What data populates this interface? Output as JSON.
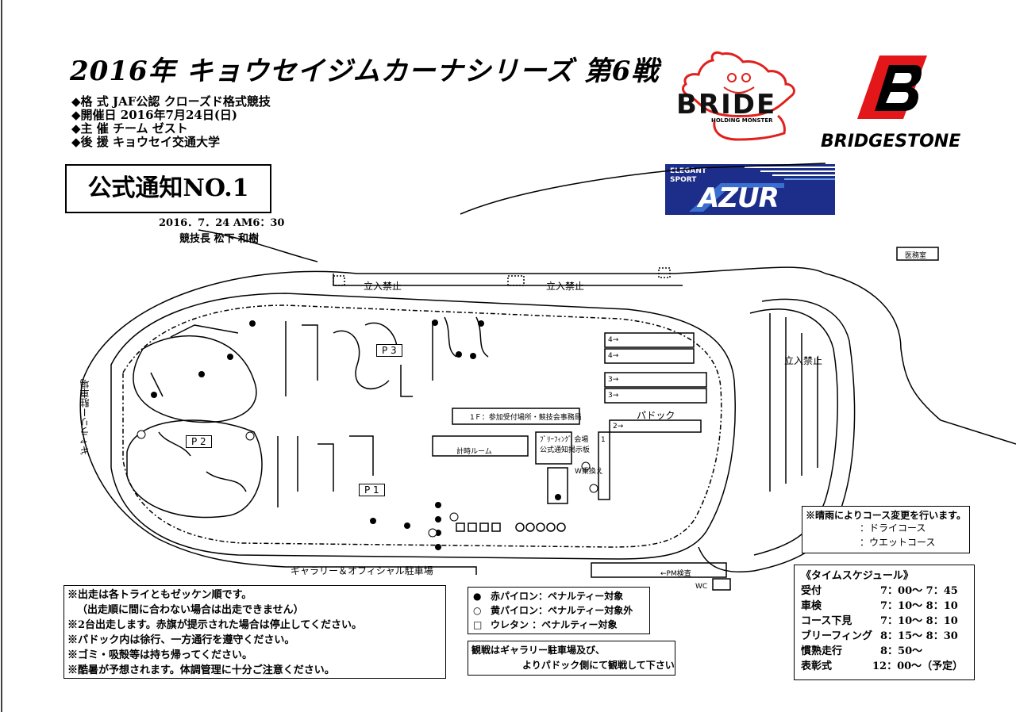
{
  "header": {
    "title": "2016年 キョウセイジムカーナシリーズ 第6戦",
    "info": [
      "◆格 式 JAF公認 クローズド格式競技",
      "◆開催日 2016年7月24日(日)",
      "◆主 催 チーム ゼスト",
      "◆後 援 キョウセイ交通大学"
    ],
    "notice_title": "公式通知NO.1",
    "notice_date": "2016．7．24 AM6：30",
    "notice_director": "競技長 松下 和樹"
  },
  "logos": {
    "bride": "BRIDE",
    "bride_sub": "HOLDING MONSTER",
    "bridgestone": "BRIDGESTONE",
    "azur_tag1": "ELEGANT",
    "azur_tag2": "SPORT",
    "azur": "AZUR"
  },
  "map": {
    "no_entry_1": "立入禁止",
    "no_entry_2": "立入禁止",
    "no_entry_3": "立入禁止",
    "medical": "医務室",
    "p1": "P 1",
    "p2": "P 2",
    "p3": "P 3",
    "paddock": "パドック",
    "reception": "1Ｆ：参加受付場所・競技会事務局",
    "timing": "計時ルーム",
    "briefing": "ﾌﾞﾘｰﾌｨﾝｸﾞ 会場",
    "board": "公式通知掲示板",
    "w_change": "W乗換え",
    "gallery_parking": "ギャラリー駐車場",
    "gallery_official": "ギャラリー＆オフィシャル駐車場",
    "pm_inspection": "←PM検査",
    "wc": "WC",
    "lanes": [
      "4→",
      "4→",
      "3→",
      "3→",
      "2→",
      "1"
    ]
  },
  "weather_box": {
    "title": "※晴雨によりコース変更を行います。",
    "dry": "：ドライコース",
    "wet": "：ウエットコース"
  },
  "rules": [
    "※出走は各トライともゼッケン順です。",
    "（出走順に間に合わない場合は出走できません）",
    "※2台出走します。赤旗が提示された場合は停止してください。",
    "※パドック内は徐行、一方通行を遵守ください。",
    "※ゴミ・吸殻等は持ち帰ってください。",
    "※酷暑が予想されます。体調管理に十分ご注意ください。"
  ],
  "legend": [
    {
      "symbol": "●",
      "text": "赤パイロン：ペナルティー対象"
    },
    {
      "symbol": "○",
      "text": "黄パイロン：ペナルティー対象外"
    },
    {
      "symbol": "□",
      "text": "ウレタン ：ペナルティー対象"
    }
  ],
  "spectate": {
    "line1": "観戦はギャラリー駐車場及び、",
    "line2": "よりパドック側にて観戦して下さい"
  },
  "schedule": {
    "title": "《タイムスケジュール》",
    "items": [
      {
        "label": "受付",
        "time": "7：00～ 7：45"
      },
      {
        "label": "車検",
        "time": "7：10～ 8：10"
      },
      {
        "label": "コース下見",
        "time": "7：10～ 8：10"
      },
      {
        "label": "ブリーフィング",
        "time": "8：15～ 8：30"
      },
      {
        "label": "慣熟走行",
        "time": "8：50～"
      },
      {
        "label": "表彰式",
        "time": "12：00～（予定）"
      }
    ]
  },
  "colors": {
    "bride_red": "#e0201c",
    "bridgestone_red": "#e3161a",
    "azur_blue": "#1c2d8a"
  }
}
